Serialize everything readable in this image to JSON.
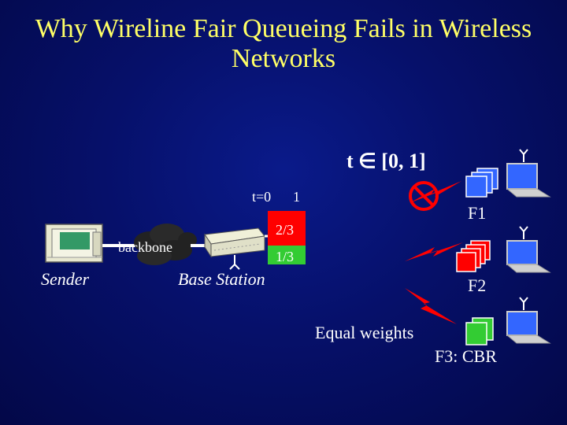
{
  "slide": {
    "title_line1": "Why Wireline Fair Queueing Fails in Wireless",
    "title_line2": "Networks",
    "time_range": "t ∈ [0, 1]",
    "t_start": "t=0",
    "t_end": "1",
    "queue_top": "2/3",
    "queue_bottom": "1/3",
    "backbone": "backbone",
    "sender": "Sender",
    "base_station": "Base Station",
    "flow1": "F1",
    "flow2": "F2",
    "equal_weights": "Equal weights",
    "flow3": "F3: CBR"
  },
  "colors": {
    "title": "#ffff66",
    "queue_red": "#ff0000",
    "queue_green": "#33cc33",
    "flow1_blue": "#3366ff",
    "flow2_red": "#ff0000",
    "flow3_green": "#33cc33",
    "lightning": "#ff0000"
  },
  "icons": [
    "desktop-computer-icon",
    "cloud-icon",
    "base-station-icon",
    "antenna-icon",
    "laptop-icon",
    "no-entry-icon",
    "lightning-icon"
  ]
}
